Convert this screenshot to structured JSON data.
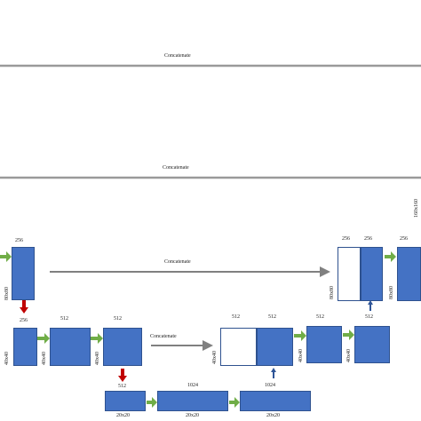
{
  "labels": {
    "concat": "Concatenate",
    "c256": "256",
    "c512": "512",
    "c1024": "1024",
    "r160": "160x160",
    "r80": "80x80",
    "r40": "40x40",
    "r20": "20x20"
  },
  "colors": {
    "block_fill": "#4472c4",
    "block_border": "#2f528f",
    "skip_arrow": "#808080",
    "conv_arrow": "#70ad47",
    "down_arrow": "#c00000",
    "up_arrow": "#2f5597"
  }
}
